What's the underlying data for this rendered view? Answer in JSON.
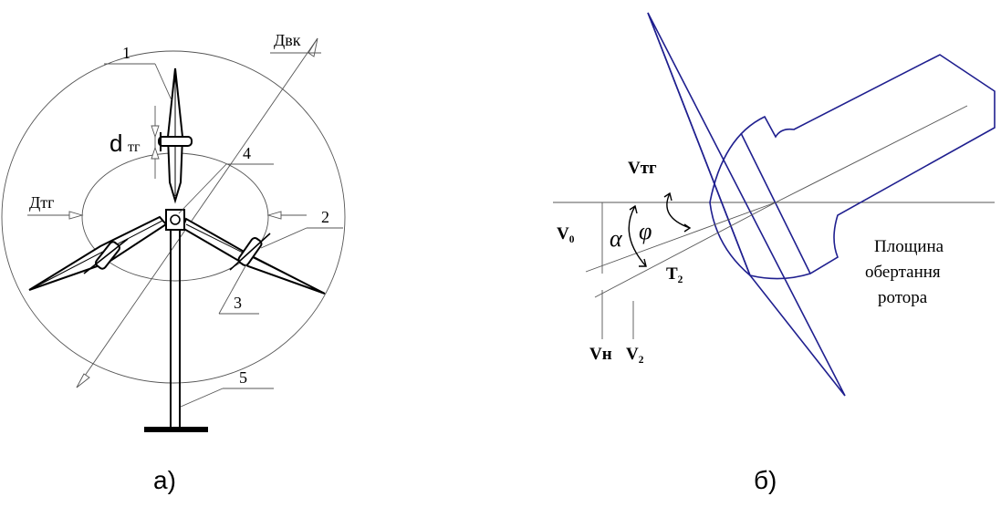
{
  "figure_a": {
    "label": "а)",
    "dvk": "Двк",
    "dtg": "Дтг",
    "d_small": "d",
    "d_small_sub": "тг",
    "callout_1": "1",
    "callout_2": "2",
    "callout_3": "3",
    "callout_4": "4",
    "callout_5": "5"
  },
  "figure_b": {
    "label": "б)",
    "v_tg": "Vтг",
    "v_0": "V₀",
    "alpha": "α",
    "phi": "φ",
    "t_2": "T₂",
    "v_h": "Vн",
    "v_2": "V₂",
    "plane_line1": "Площина",
    "plane_line2": "обертання",
    "plane_line3": "ротора"
  }
}
